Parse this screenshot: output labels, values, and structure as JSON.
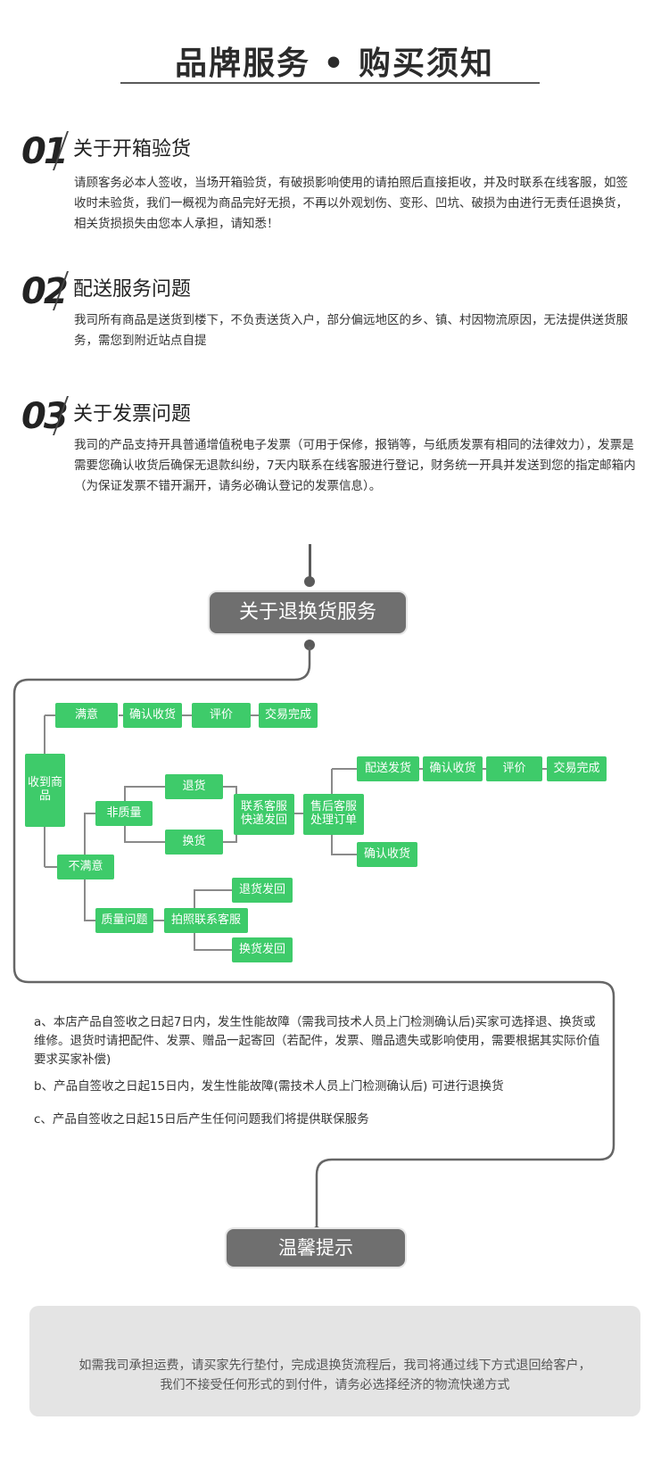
{
  "header": {
    "title": "品牌服务 • 购买须知"
  },
  "sections": [
    {
      "num": "01",
      "title": "关于开箱验货",
      "body": "请顾客务必本人签收，当场开箱验货，有破损影响使用的请拍照后直接拒收，并及时联系在线客服，如签收时未验货，我们一概视为商品完好无损，不再以外观划伤、变形、凹坑、破损为由进行无责任退换货，相关货损损失由您本人承担，请知悉！"
    },
    {
      "num": "02",
      "title": "配送服务问题",
      "body": "我司所有商品是送货到楼下，不负责送货入户，部分偏远地区的乡、镇、村因物流原因，无法提供送货服务，需您到附近站点自提"
    },
    {
      "num": "03",
      "title": "关于发票问题",
      "body": "我司的产品支持开具普通增值税电子发票（可用于保修，报销等，与纸质发票有相同的法律效力），发票是需要您确认收货后确保无退款纠纷，7天内联系在线客服进行登记，财务统一开具并发送到您的指定邮箱内（为保证发票不错开漏开，请务必确认登记的发票信息）。"
    }
  ],
  "return_service": {
    "title": "关于退换货服务",
    "flow": {
      "start": "收到商品",
      "satisfied": "满意",
      "confirm1": "确认收货",
      "review1": "评价",
      "done1": "交易完成",
      "unsatisfied": "不满意",
      "non_quality": "非质量",
      "return": "退货",
      "exchange": "换货",
      "contact_cs": "联系客服快递发回",
      "after_sale": "售后客服处理订单",
      "ship": "配送发货",
      "confirm2": "确认收货",
      "review2": "评价",
      "done2": "交易完成",
      "confirm3": "确认收货",
      "quality": "质量问题",
      "photo_cs": "拍照联系客服",
      "return_back": "退货发回",
      "exchange_back": "换货发回"
    },
    "notes": [
      "a、本店产品自签收之日起7日内，发生性能故障（需我司技术人员上门检测确认后)买家可选择退、换货或维修。退货时请把配件、发票、赠品一起寄回（若配件，发票、赠品遗失或影响使用，需要根据其实际价值要求买家补偿)",
      "b、产品自签收之日起15日内，发生性能故障(需技术人员上门检测确认后) 可进行退换货",
      "c、产品自签收之日起15日后产生任何问题我们将提供联保服务"
    ]
  },
  "tips": {
    "title": "温馨提示",
    "line1": "如需我司承担运费，请买家先行垫付，完成退换货流程后，我司将通过线下方式退回给客户，",
    "line2": "我们不接受任何形式的到付件，请务必选择经济的物流快递方式"
  },
  "colors": {
    "green": "#3ecb6a",
    "gray_pill": "#6f6f6f",
    "tip_bg": "#e4e4e4"
  }
}
